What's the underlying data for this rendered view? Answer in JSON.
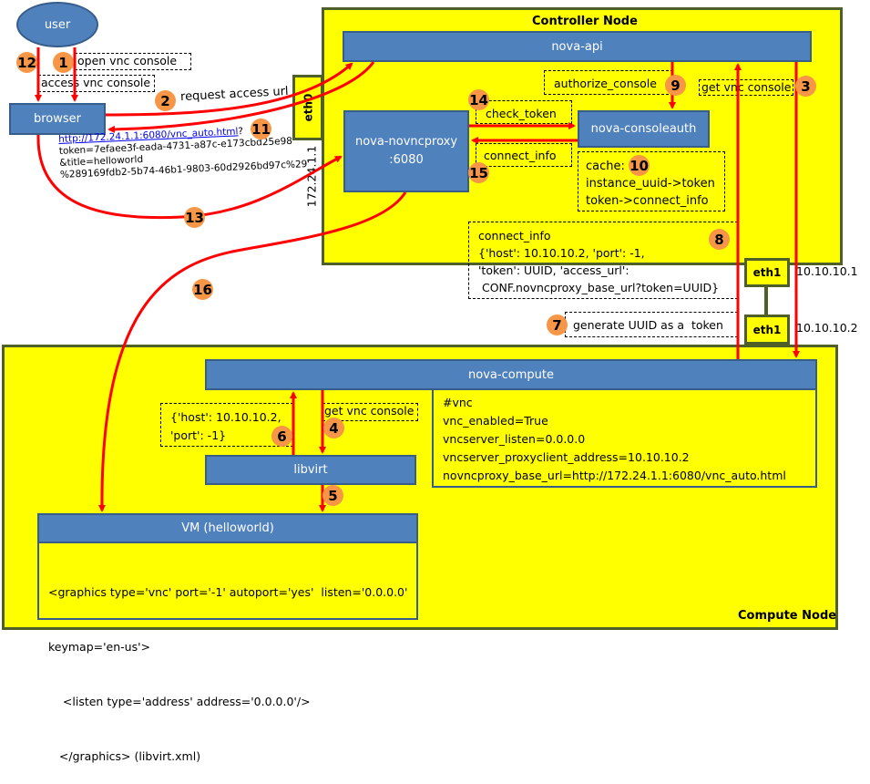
{
  "user": {
    "label": "user"
  },
  "browser": {
    "label": "browser"
  },
  "controller": {
    "title": "Controller Node",
    "nova_api": "nova-api",
    "novncproxy": [
      "nova-novncproxy",
      ":6080"
    ],
    "consoleauth": "nova-consoleauth",
    "cache_box": {
      "title": "cache:",
      "lines": [
        "instance_uuid->token",
        "token->connect_info"
      ]
    },
    "eth0": {
      "label": "eth0",
      "ip": "172.24.1.1"
    },
    "eth1": {
      "label": "eth1",
      "ip": "10.10.10.1"
    }
  },
  "compute": {
    "title": "Compute Node",
    "nova_compute": "nova-compute",
    "libvirt": "libvirt",
    "vm_title": "VM (helloworld)",
    "vm_xml": [
      "<graphics type='vnc' port='-1' autoport='yes'  listen='0.0.0.0'",
      "keymap='en-us'>",
      "    <listen type='address' address='0.0.0.0'/>",
      "   </graphics> (libvirt.xml)"
    ],
    "nova_conf": [
      "#vnc",
      "vnc_enabled=True",
      "vncserver_listen=0.0.0.0",
      "vncserver_proxyclient_address=10.10.10.2",
      "novncproxy_base_url=http://172.24.1.1:6080/vnc_auto.html"
    ],
    "eth1": {
      "label": "eth1",
      "ip": "10.10.10.2"
    }
  },
  "labels": {
    "open_vnc_console": "open vnc console",
    "access_vnc_console": "access vnc console",
    "request_access_url": "request access url",
    "authorize_console": "authorize_console",
    "get_vnc_console_ctrl": "get vnc console",
    "check_token": "check_token",
    "connect_info": "connect_info",
    "connect_info_box": [
      "connect_info",
      "{'host': 10.10.10.2, 'port': -1,",
      "'token': UUID, 'access_url':",
      " CONF.novncproxy_base_url?token=UUID}"
    ],
    "generate_uuid": "generate UUID as a  token",
    "host_port_box": [
      "{'host': 10.10.10.2,",
      "'port': -1}"
    ],
    "get_vnc_console_compute": "get vnc console",
    "access_url_link": "http://172.24.1.1:6080/vnc_auto.html",
    "access_url_rest": [
      "?",
      "token=7efaee3f-eada-4731-a87c-e173cbd25e98",
      "&title=helloworld",
      "%289169fdb2-5b74-46b1-9803-60d2926bd97c%29"
    ]
  },
  "steps": [
    "1",
    "2",
    "3",
    "4",
    "5",
    "6",
    "7",
    "8",
    "9",
    "10",
    "11",
    "12",
    "13",
    "14",
    "15",
    "16"
  ],
  "colors": {
    "node_fill": "#ffff00",
    "node_border": "#4f5f2a",
    "component": "#4f81bd",
    "arrow": "#ff0000",
    "step_badge": "#f79646",
    "link": "#0000ee"
  }
}
